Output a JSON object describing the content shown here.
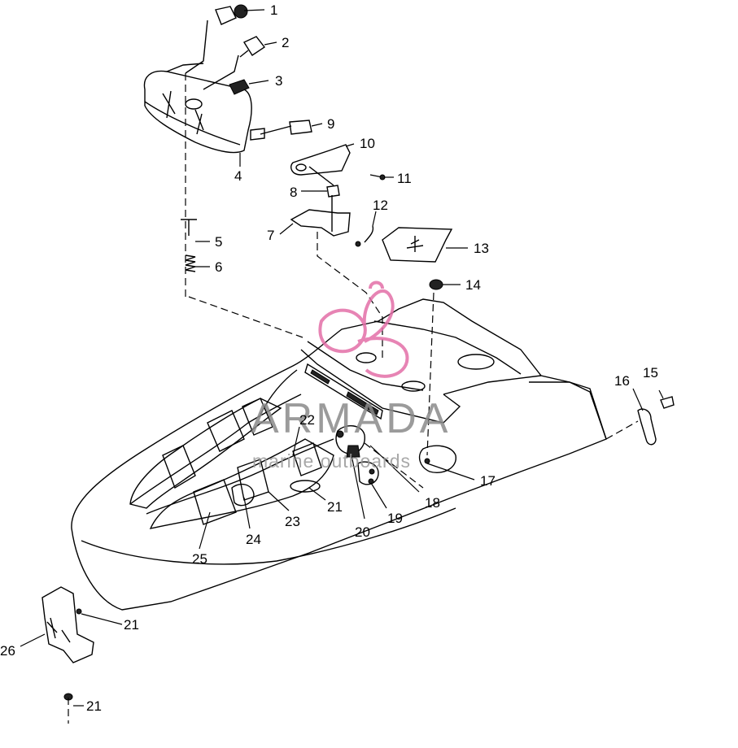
{
  "diagram": {
    "watermark": {
      "brand": "ARMADA",
      "subtitle": "marine outboards",
      "logo_color": "#e36fa8"
    },
    "callouts": [
      {
        "id": "c1",
        "text": "1"
      },
      {
        "id": "c2",
        "text": "2"
      },
      {
        "id": "c3",
        "text": "3"
      },
      {
        "id": "c4",
        "text": "4"
      },
      {
        "id": "c5",
        "text": "5"
      },
      {
        "id": "c6",
        "text": "6"
      },
      {
        "id": "c7",
        "text": "7"
      },
      {
        "id": "c8",
        "text": "8"
      },
      {
        "id": "c9",
        "text": "9"
      },
      {
        "id": "c10",
        "text": "10"
      },
      {
        "id": "c11",
        "text": "11"
      },
      {
        "id": "c12",
        "text": "12"
      },
      {
        "id": "c13",
        "text": "13"
      },
      {
        "id": "c14",
        "text": "14"
      },
      {
        "id": "c15",
        "text": "15"
      },
      {
        "id": "c16",
        "text": "16"
      },
      {
        "id": "c17",
        "text": "17"
      },
      {
        "id": "c18",
        "text": "18"
      },
      {
        "id": "c19",
        "text": "19"
      },
      {
        "id": "c20",
        "text": "20"
      },
      {
        "id": "c21a",
        "text": "21"
      },
      {
        "id": "c22",
        "text": "22"
      },
      {
        "id": "c23",
        "text": "23"
      },
      {
        "id": "c24",
        "text": "24"
      },
      {
        "id": "c25",
        "text": "25"
      },
      {
        "id": "c26",
        "text": "26"
      },
      {
        "id": "c21b",
        "text": "21"
      },
      {
        "id": "c21c",
        "text": "21"
      }
    ]
  }
}
